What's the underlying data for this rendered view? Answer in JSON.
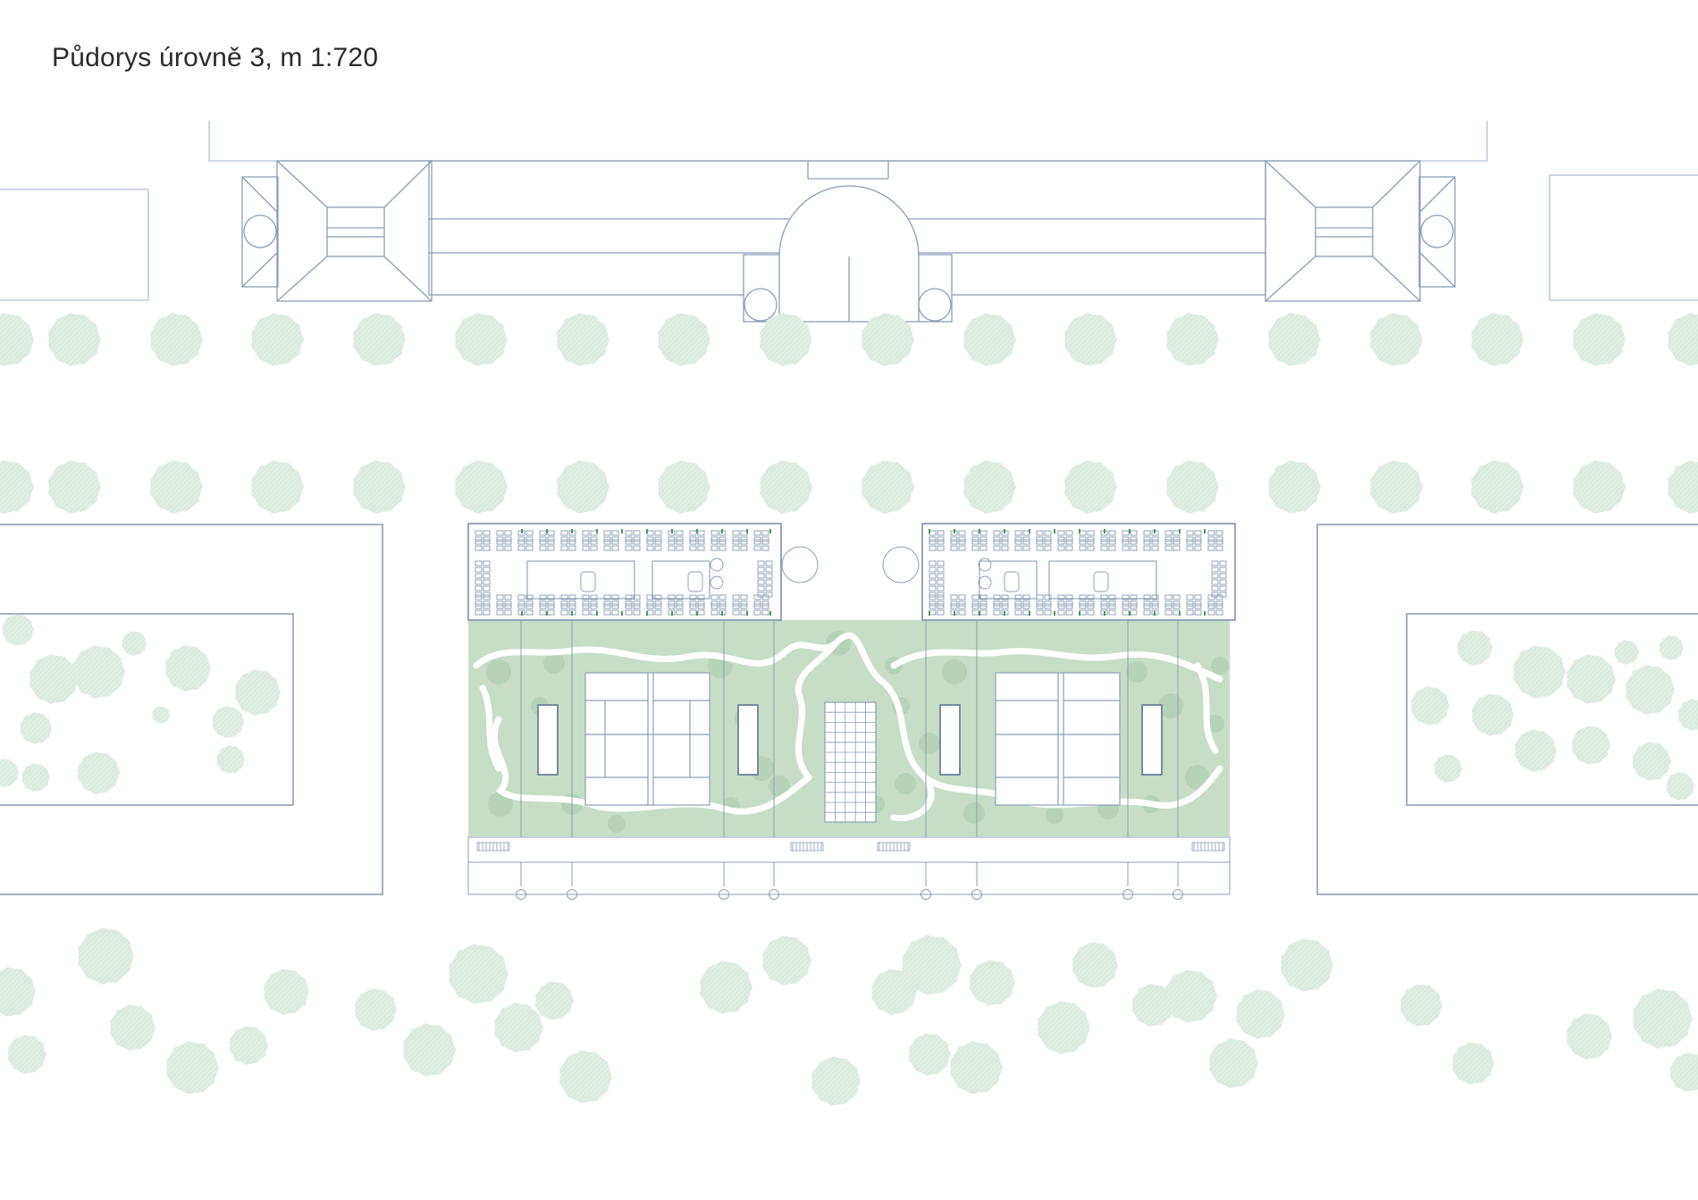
{
  "title": "Půdorys úrovně 3, m 1:720",
  "colors": {
    "line": "#8c9fb4",
    "line_light": "#b3c1d0",
    "tree": "#d9eadc",
    "garden": "#c7ddc8",
    "garden_tree": "#b6d2b9",
    "path": "#ffffff",
    "furniture": "#8a9cb0",
    "accent_green": "#4f9a5a"
  },
  "icons": [
    "tree-canopy",
    "column-grid-marker",
    "stair",
    "meeting-table",
    "desk-pair"
  ]
}
